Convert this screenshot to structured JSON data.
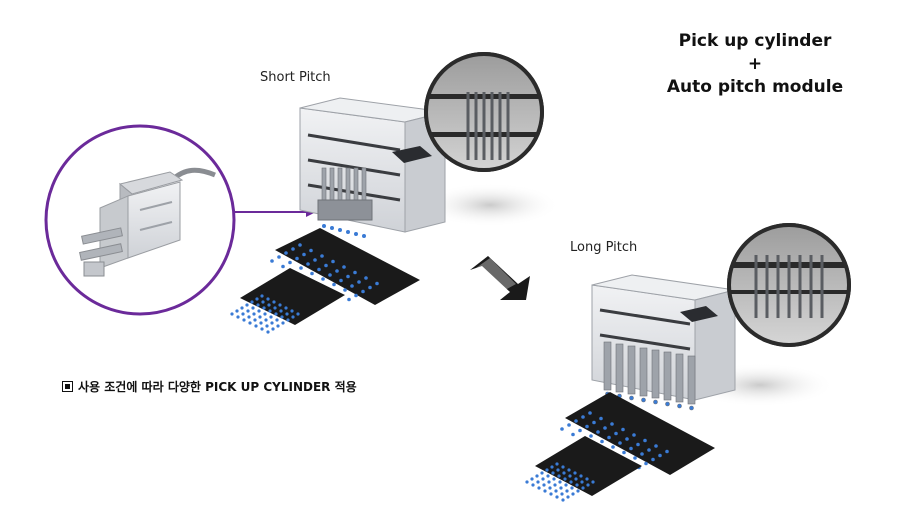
{
  "title": {
    "line1": "Pick up cylinder",
    "line2": "+",
    "line3": "Auto pitch module"
  },
  "labels": {
    "short_pitch": "Short Pitch",
    "long_pitch": "Long Pitch"
  },
  "note": {
    "text": "사용 조건에 따라 다양한 PICK UP CYLINDER 적용"
  },
  "colors": {
    "accent_purple": "#6b2a9a",
    "tray": "#1a1a1a",
    "pocket_blue": "#3a7bd5",
    "module_body": "#e4e6ea"
  }
}
